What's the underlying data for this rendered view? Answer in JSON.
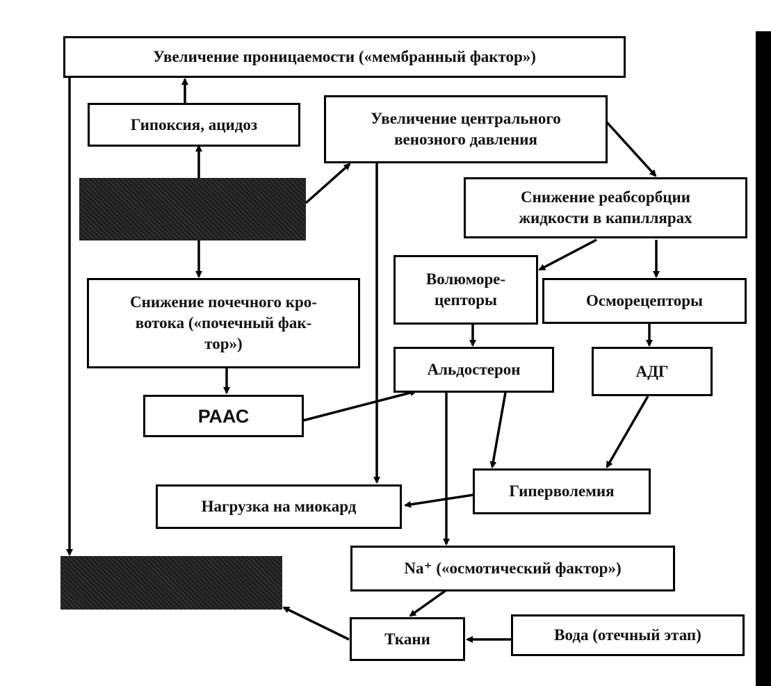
{
  "boxes": {
    "membrane": "Увеличение проницаемости («мембранный фактор»)",
    "hypoxia": "Гипоксия, ацидоз",
    "cvp": [
      "Увеличение центрального",
      "венозного давления"
    ],
    "reabsorption": [
      "Снижение реабсорбции",
      "жидкости в капиллярах"
    ],
    "volumo": [
      "Волюморе-",
      "цепторы"
    ],
    "osmo": "Осморецепторы",
    "renal": [
      "Снижение почечного кро-",
      "вотока («почечный фак-",
      "тор»)"
    ],
    "aldosterone": "Альдостерон",
    "adh": "АДГ",
    "raas": "РААС",
    "hypervolemia": "Гиперволемия",
    "myocard": "Нагрузка на миокард",
    "sodium": "Na⁺ («осмотический фактор»)",
    "tissues": "Ткани",
    "water": "Вода (отечный этап)"
  }
}
